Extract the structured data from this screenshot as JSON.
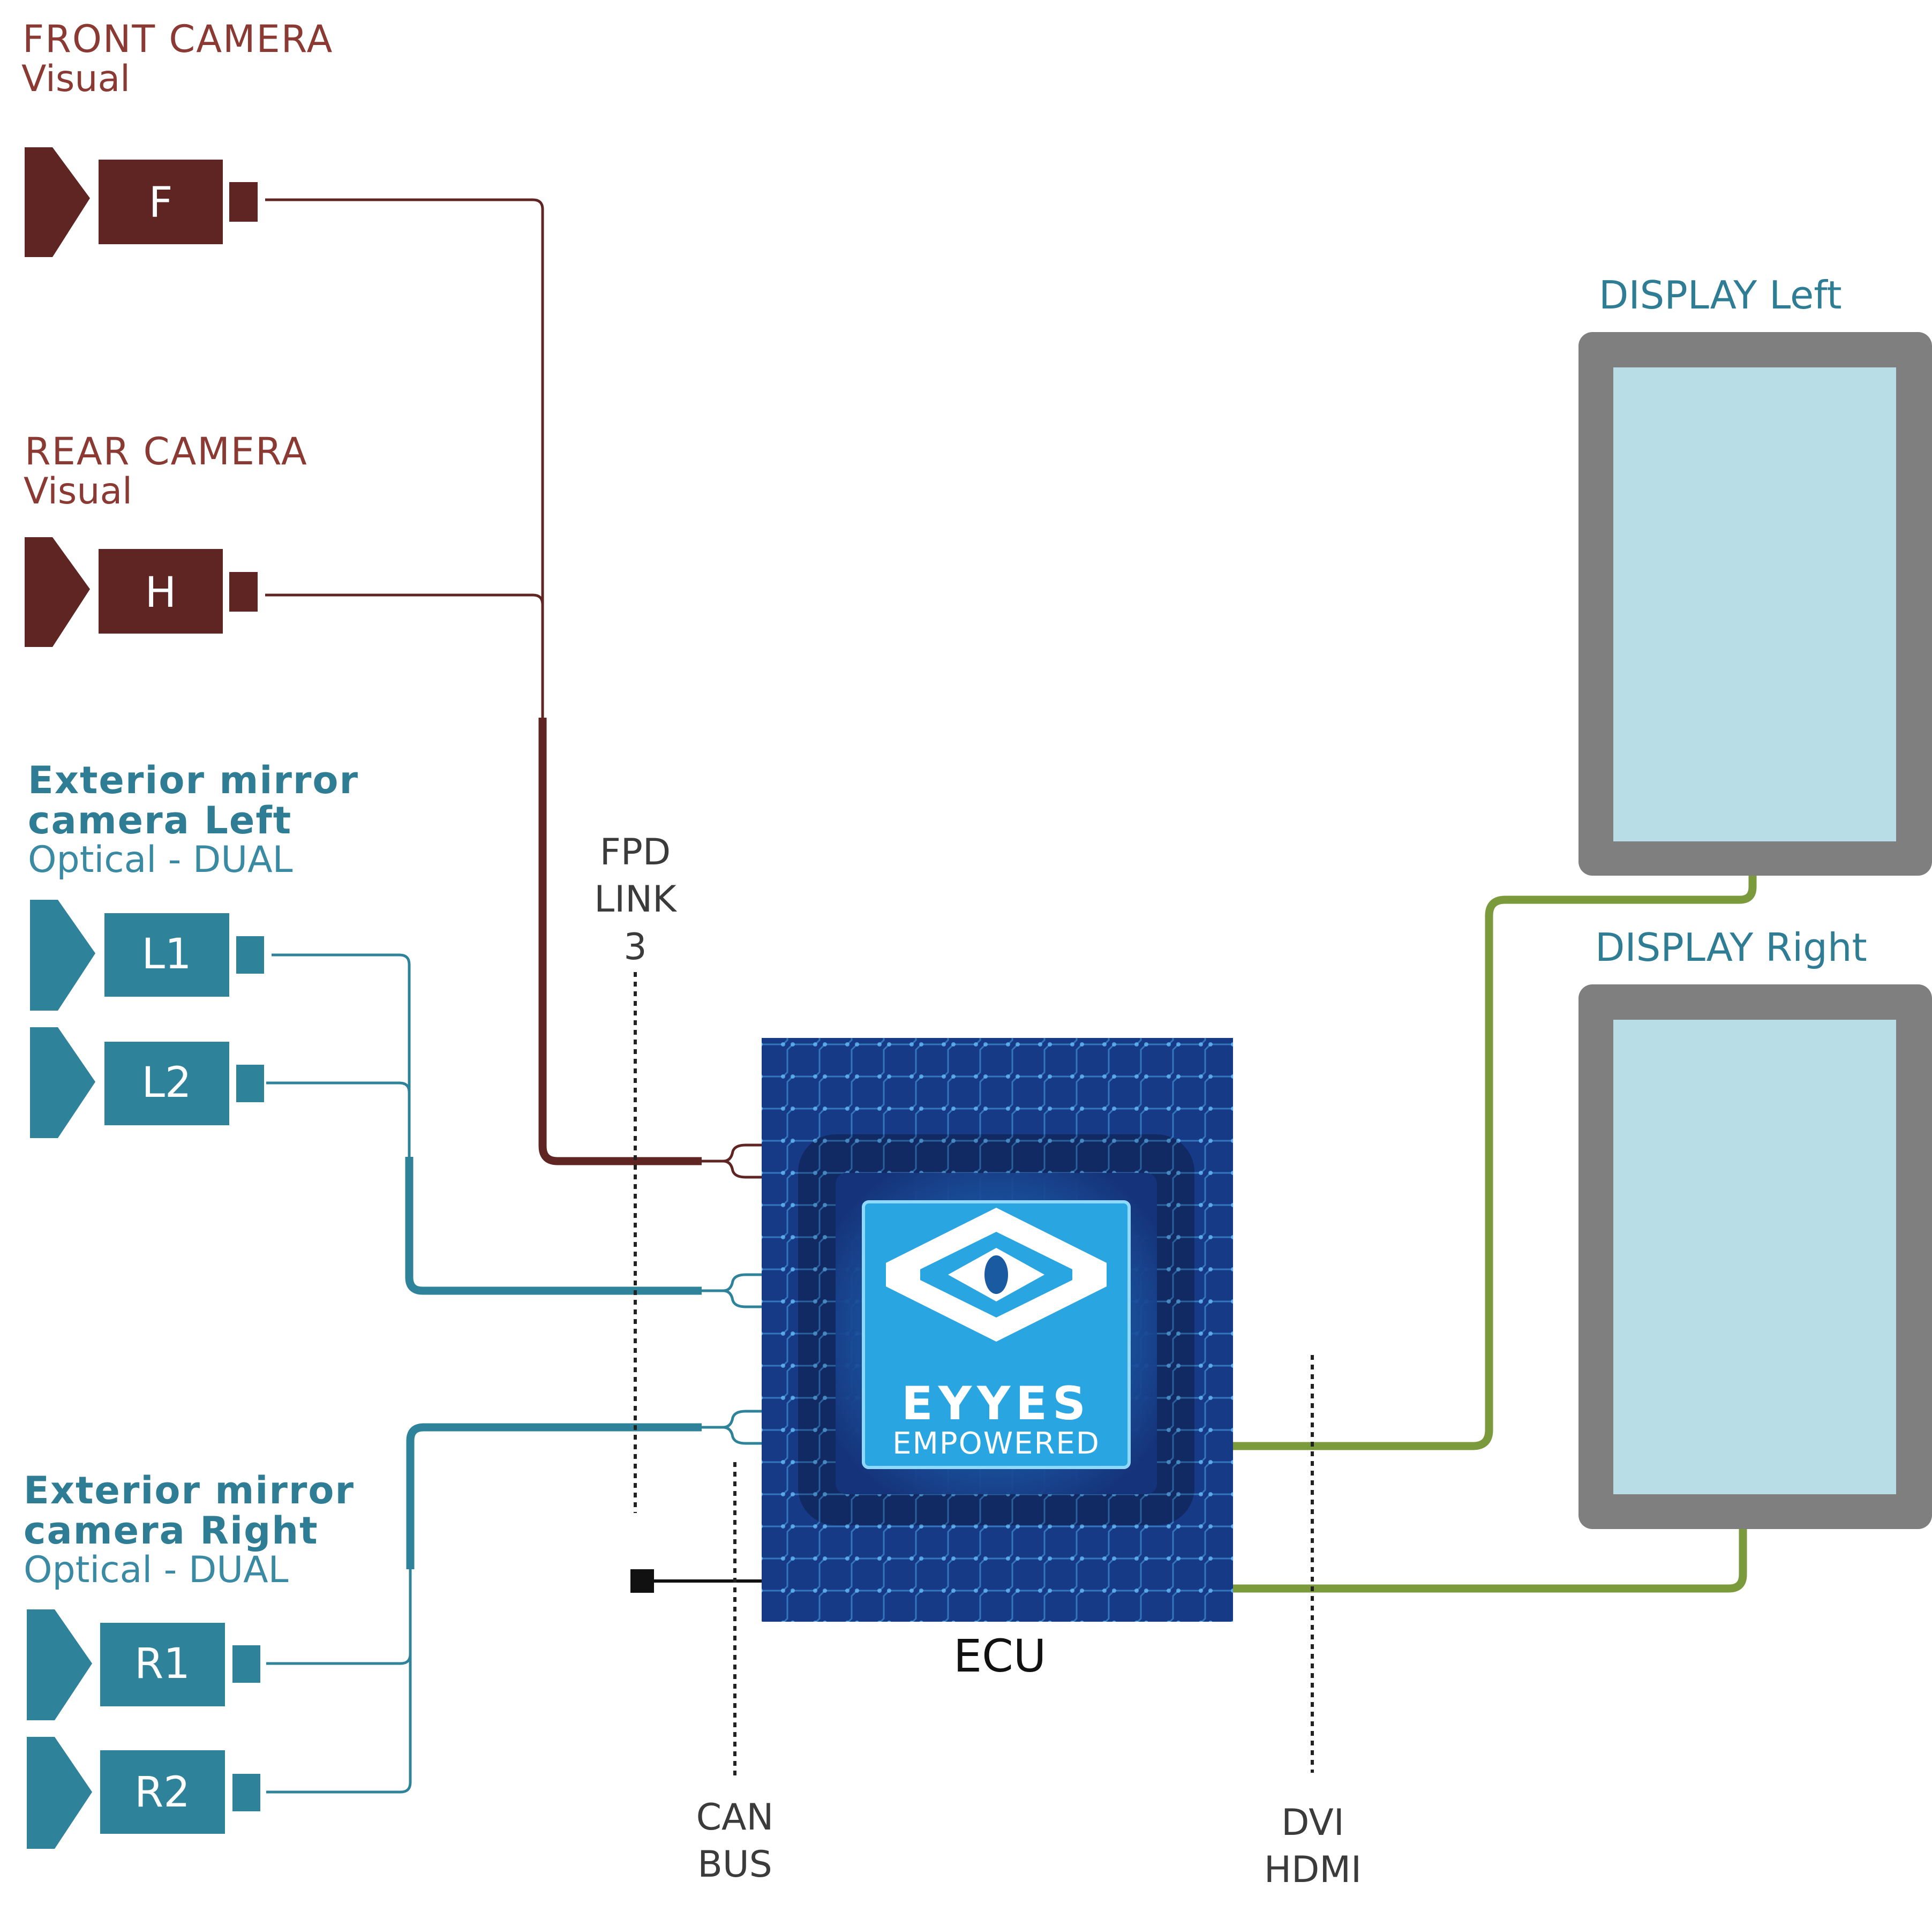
{
  "cameras": {
    "front": {
      "title": "FRONT CAMERA",
      "subtitle": "Visual",
      "letter": "F"
    },
    "rear": {
      "title": "REAR CAMERA",
      "subtitle": "Visual",
      "letter": "H"
    },
    "mirror_left": {
      "title_line1": "Exterior mirror",
      "title_line2": "camera Left",
      "subtitle": "Optical - DUAL",
      "letters": [
        "L1",
        "L2"
      ]
    },
    "mirror_right": {
      "title_line1": "Exterior mirror",
      "title_line2": "camera Right",
      "subtitle": "Optical - DUAL",
      "letters": [
        "R1",
        "R2"
      ]
    }
  },
  "displays": {
    "left": {
      "title": "DISPLAY Left"
    },
    "right": {
      "title": "DISPLAY Right"
    }
  },
  "interfaces": {
    "fpd": [
      "FPD",
      "LINK",
      "3"
    ],
    "can": [
      "CAN",
      "BUS"
    ],
    "video": [
      "DVI",
      "HDMI"
    ]
  },
  "ecu": {
    "label": "ECU",
    "logo_line1": "EYYES",
    "logo_line2": "EMPOWERED"
  },
  "colors": {
    "maroon": "#5f2523",
    "teal": "#2e8299",
    "green": "#7a9a3c",
    "display_frame": "#7f7f7f",
    "display_screen": "#b8dde7",
    "ecu_bg": "#173a86",
    "chip": "#29a6e2"
  }
}
